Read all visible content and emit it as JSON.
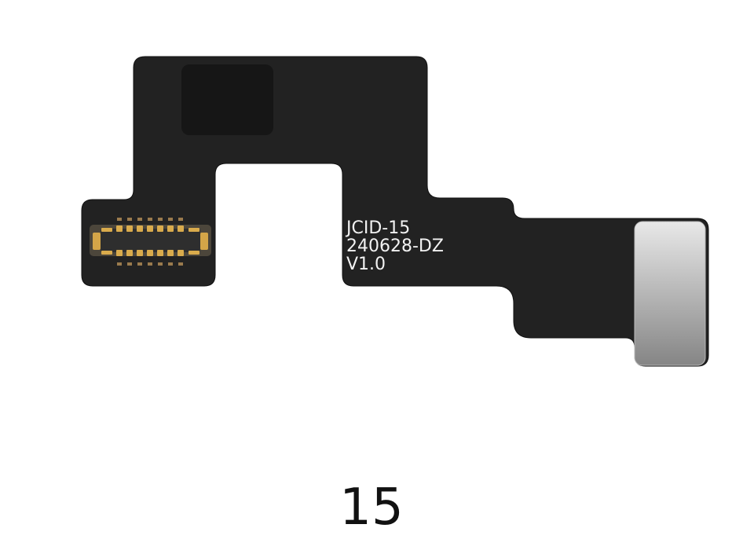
{
  "product": {
    "label_lines": [
      "JCID-15",
      "240628-DZ",
      "V1.0"
    ],
    "caption": "15",
    "colors": {
      "pcb": "#222222",
      "chip": "#161616",
      "contact_pad_top": "#e6e6e6",
      "contact_pad_bottom": "#8a8a8a",
      "connector_gold": "#d4a548",
      "background": "#ffffff"
    }
  }
}
